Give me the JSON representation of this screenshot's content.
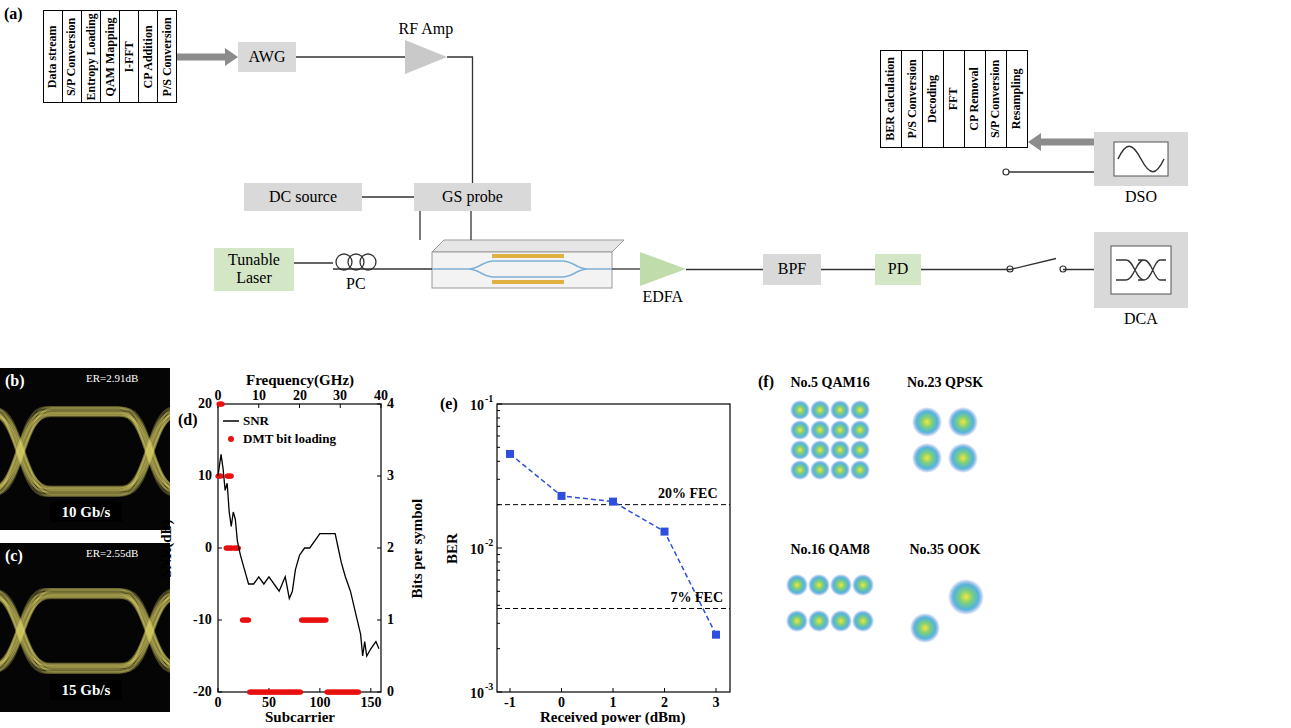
{
  "diagram": {
    "nodes": [
      {
        "text": [
          "Data stream"
        ]
      },
      {
        "text": [
          "S/P Conversion"
        ]
      },
      {
        "text": [
          "Entropy Loading"
        ]
      },
      {
        "text": [
          "QAM Mapping"
        ]
      },
      {
        "text": [
          "I-FFT"
        ]
      },
      {
        "text": [
          "CP Addition"
        ]
      },
      {
        "text": [
          "P/S Conversion"
        ]
      },
      {
        "text": [
          "AWG"
        ]
      },
      {
        "text": [
          "RF Amp"
        ]
      },
      {
        "text": [
          "DC source"
        ]
      },
      {
        "text": [
          "GS probe"
        ]
      },
      {
        "text": [
          "Tunable Laser"
        ]
      },
      {
        "text": [
          "PC"
        ]
      },
      {
        "text": [
          "EDFA"
        ]
      },
      {
        "text": [
          "BPF"
        ]
      },
      {
        "text": [
          "PD"
        ]
      },
      {
        "text": [
          "DSO"
        ]
      },
      {
        "text": [
          "BER calculation"
        ]
      },
      {
        "text": [
          "P/S Conversion"
        ]
      },
      {
        "text": [
          "Decoding"
        ]
      },
      {
        "text": [
          "FFT"
        ]
      },
      {
        "text": [
          "CP Removal"
        ]
      },
      {
        "text": [
          "S/P Conversion"
        ]
      },
      {
        "text": [
          "Resampling"
        ]
      },
      {
        "text": [
          "DCA"
        ]
      }
    ],
    "edges": [
      {
        "from": 6,
        "to": 7,
        "arrow": "to"
      },
      {
        "from": 7,
        "to": 8,
        "arrow": "none"
      },
      {
        "from": 8,
        "to": 10,
        "arrow": "none"
      },
      {
        "from": 11,
        "to": 12,
        "arrow": "none"
      },
      {
        "from": 13,
        "to": 14,
        "arrow": "none"
      },
      {
        "from": 14,
        "to": 15,
        "arrow": "none"
      },
      {
        "from": 15,
        "to": 24,
        "arrow": "none"
      },
      {
        "from": 16,
        "to": 23,
        "arrow": "to"
      }
    ],
    "labels": [
      "(a)",
      "(b)",
      "ER=2.91dB",
      "10 Gb/s",
      "(c)",
      "ER=2.55dB",
      "15 Gb/s",
      "(d)",
      "Frequency(GHz)",
      "0",
      "10",
      "20",
      "30",
      "40",
      "SNR(dB)",
      "20",
      "10",
      "0",
      "-10",
      "-20",
      "Subcarrier",
      "0",
      "50",
      "100",
      "150",
      "Bits per symbol",
      "4",
      "3",
      "2",
      "1",
      "0",
      "(e)",
      "10",
      "-1",
      "10",
      "-2",
      "10",
      "-3",
      "BER",
      "20% FEC",
      "7% FEC",
      "Received power (dBm)",
      "-1",
      "0",
      "1",
      "2",
      "3",
      "(f)",
      "No.5 QAM16",
      "No.23 QPSK",
      "No.16 QAM8",
      "No.35 OOK"
    ],
    "legend": [
      {
        "text": "SNR"
      },
      {
        "text": "DMT bit loading"
      }
    ]
  }
}
